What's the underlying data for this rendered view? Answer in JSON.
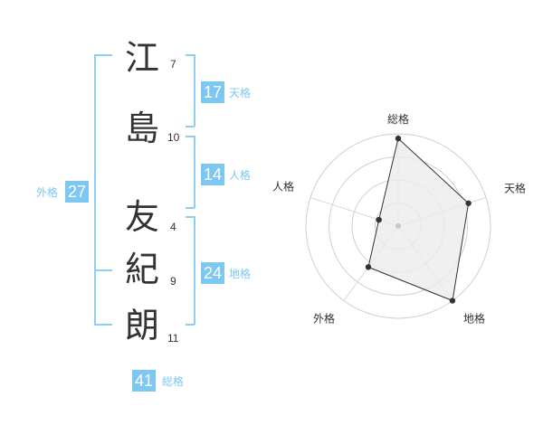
{
  "colors": {
    "accent": "#7cc8f2",
    "accent_text": "#7cc8f2",
    "bracket": "#8ccff2",
    "char_text": "#333333",
    "radar_fill": "#ececec",
    "radar_grid": "#d0d0d0",
    "radar_axis": "#d8d8d8",
    "radar_line": "#333333",
    "center_dot": "#c8c8c8"
  },
  "name": {
    "surname": [
      {
        "char": "江",
        "strokes": "7"
      },
      {
        "char": "島",
        "strokes": "10"
      }
    ],
    "given": [
      {
        "char": "友",
        "strokes": "4"
      },
      {
        "char": "紀",
        "strokes": "9"
      },
      {
        "char": "朗",
        "strokes": "11"
      }
    ]
  },
  "scores": {
    "tenkaku": {
      "value": "17",
      "label": "天格"
    },
    "jinkaku": {
      "value": "14",
      "label": "人格"
    },
    "chikaku": {
      "value": "24",
      "label": "地格"
    },
    "gaikaku": {
      "value": "27",
      "label": "外格"
    },
    "soukaku": {
      "value": "41",
      "label": "総格"
    }
  },
  "chart_data": {
    "type": "radar",
    "axes": [
      "総格",
      "天格",
      "地格",
      "外格",
      "人格"
    ],
    "values": [
      0.95,
      0.8,
      1.0,
      0.55,
      0.22
    ],
    "rings": 4,
    "range": [
      0,
      1
    ],
    "grid": true
  }
}
